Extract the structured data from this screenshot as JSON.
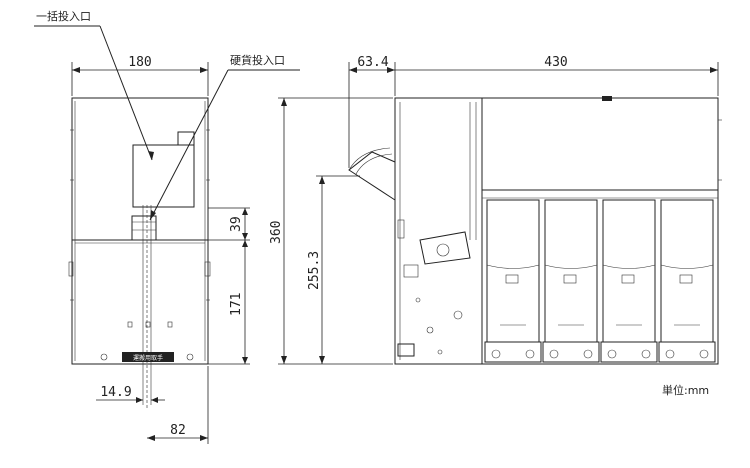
{
  "callouts": {
    "bulk_inlet": "一括投入口",
    "coin_inlet": "硬貨投入口"
  },
  "dimensions": {
    "width_front": "180",
    "depth_chute": "63.4",
    "depth_body": "430",
    "height_total": "360",
    "height_inlet": "255.3",
    "height_39": "39",
    "height_171": "171",
    "offset_14_9": "14.9",
    "offset_82": "82"
  },
  "plate_label": "運搬用取手",
  "unit_note": "単位:mm"
}
